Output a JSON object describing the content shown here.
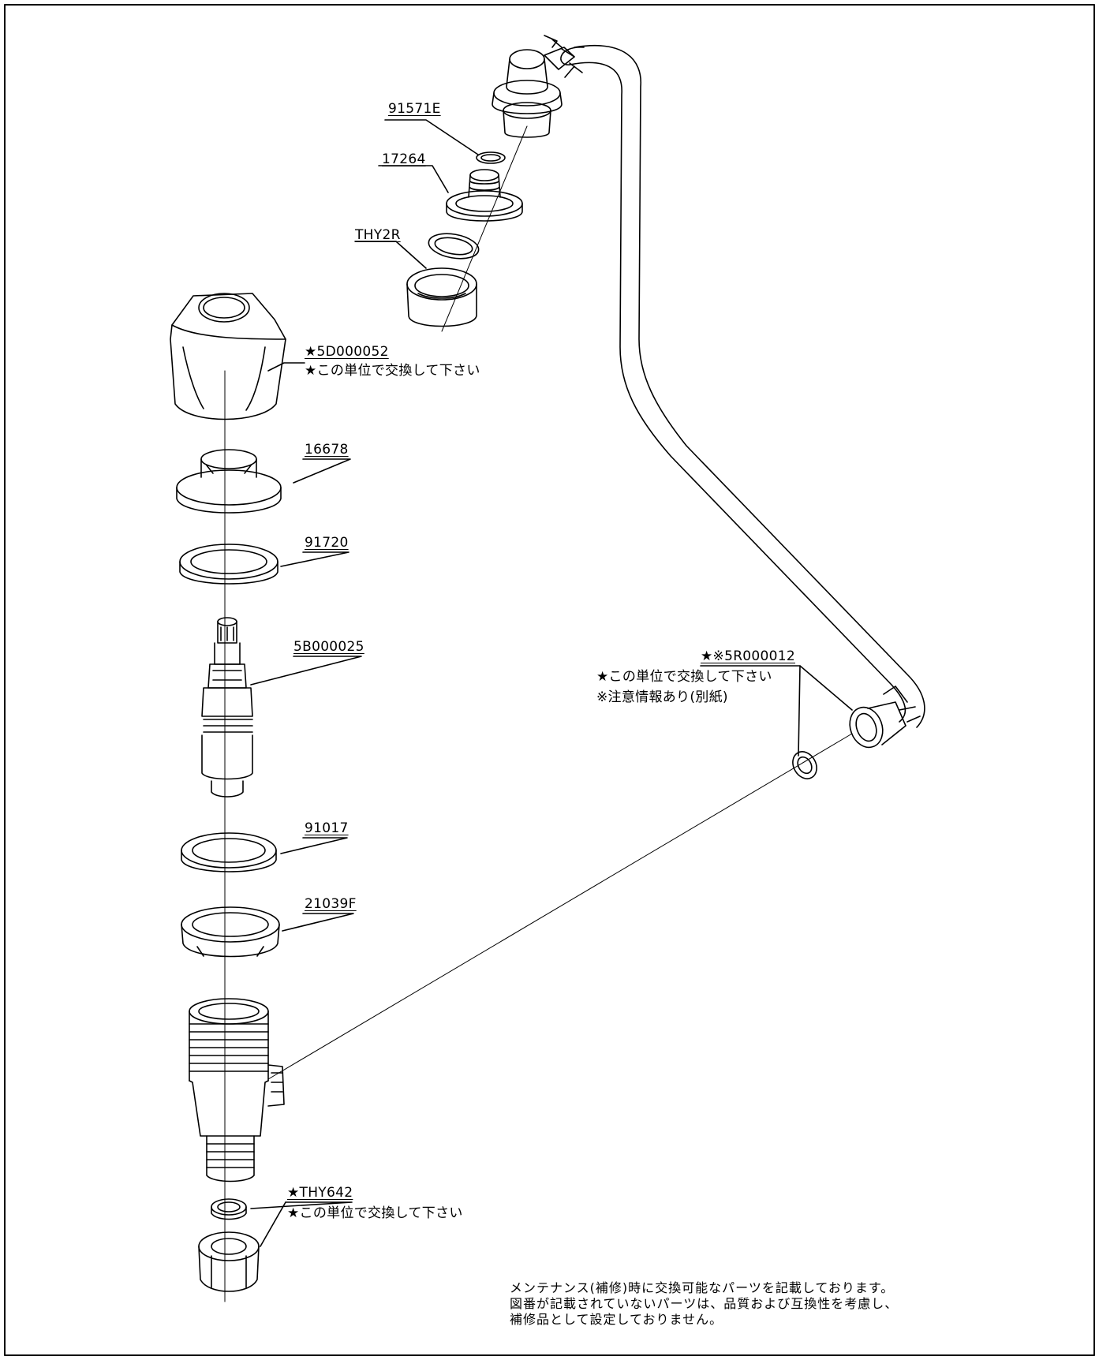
{
  "callouts": {
    "p91571e": "91571E",
    "p17264": "17264",
    "thy2r": "THY2R",
    "p5d000052": "★5D000052",
    "p5d000052_note": "★この単位で交換して下さい",
    "p16678": "16678",
    "p91720": "91720",
    "p5b000025": "5B000025",
    "p5r000012": "★※5R000012",
    "p5r000012_note1": "★この単位で交換して下さい",
    "p5r000012_note2": "※注意情報あり(別紙)",
    "p91017": "91017",
    "p21039f": "21039F",
    "thy642": "★THY642",
    "thy642_note": "★この単位で交換して下さい"
  },
  "footnote": {
    "line1": "メンテナンス(補修)時に交換可能なパーツを記載しております。",
    "line2": "図番が記載されていないパーツは、品質および互換性を考慮し、",
    "line3": "補修品として設定しておりません。"
  }
}
